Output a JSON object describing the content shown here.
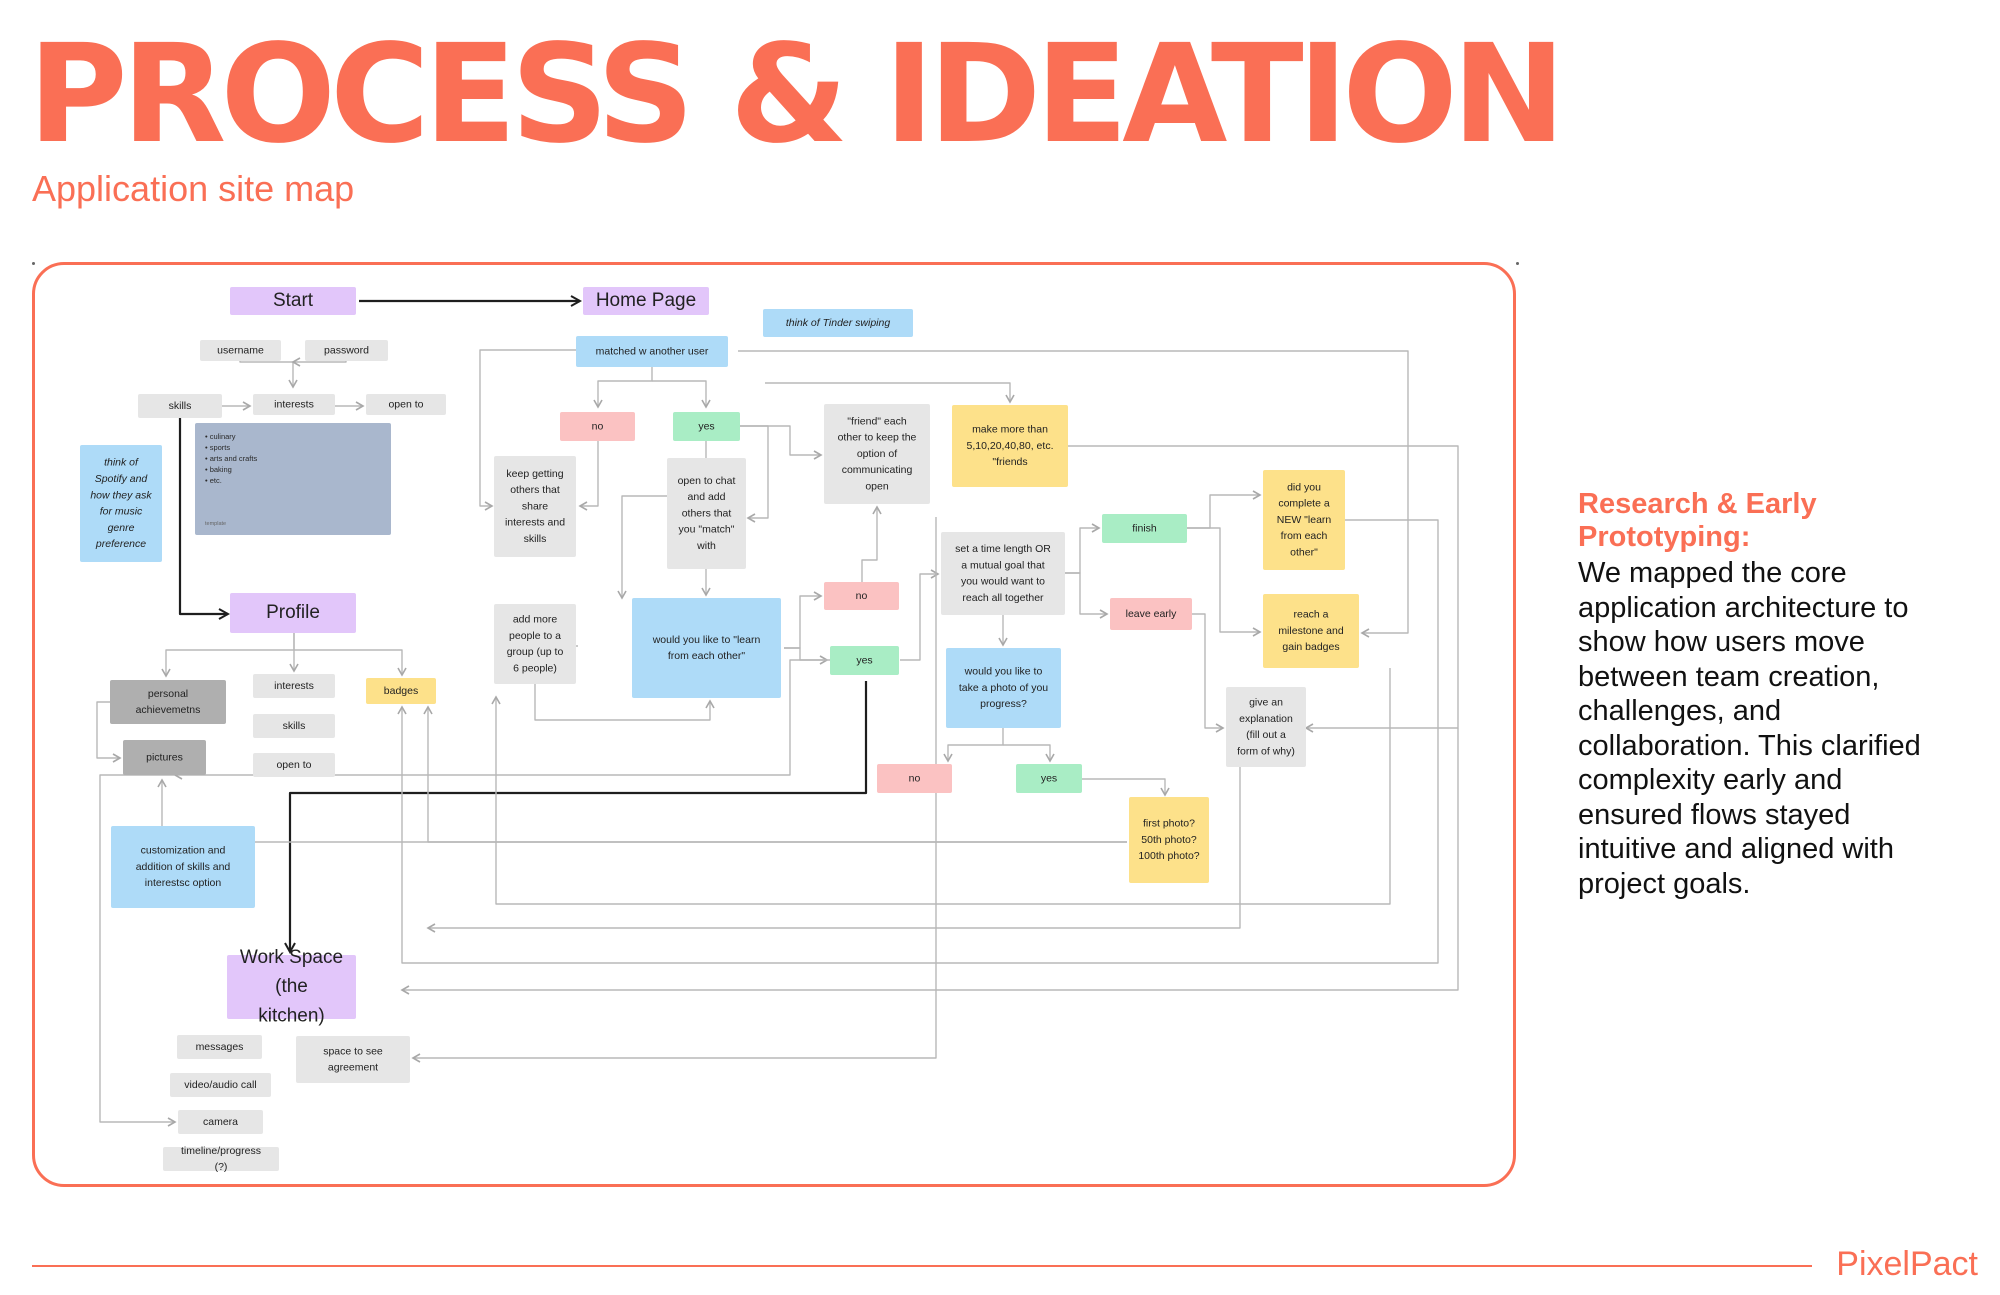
{
  "header": {
    "title": "PROCESS & IDEATION",
    "subtitle": "Application site map"
  },
  "colors": {
    "accent": "#FA6F55",
    "purple": "#E2C6FA",
    "blue": "#AEDBF8",
    "red": "#FBC2C2",
    "green": "#A9EDC5",
    "yellow": "#FDE18A",
    "light_gray": "#E6E6E6",
    "dark_gray": "#AFAFAF",
    "slate": "#A9B7CD",
    "connector": "#B8B8B8",
    "main_connector": "#1E1E1E"
  },
  "diagram": {
    "nodes": [
      {
        "id": "start",
        "text": "Start",
        "color": "purple",
        "font": 19
      },
      {
        "id": "home",
        "text": "Home Page",
        "color": "purple",
        "font": 19
      },
      {
        "id": "tinder",
        "text": "think of Tinder swiping",
        "color": "blue",
        "italic": true
      },
      {
        "id": "username",
        "text": "username",
        "color": "light_gray"
      },
      {
        "id": "password",
        "text": "password",
        "color": "light_gray"
      },
      {
        "id": "skills_top",
        "text": "skills",
        "color": "light_gray"
      },
      {
        "id": "interests_top",
        "text": "interests",
        "color": "light_gray"
      },
      {
        "id": "open_to_top",
        "text": "open to",
        "color": "light_gray"
      },
      {
        "id": "interest_card",
        "color": "slate",
        "list": [
          "culinary",
          "sports",
          "arts and crafts",
          "baking",
          "etc."
        ],
        "caption": "template"
      },
      {
        "id": "spotify",
        "text": "think of Spotify and how they ask for music genre preference",
        "color": "blue",
        "italic": true
      },
      {
        "id": "matched",
        "text": "matched w another user",
        "color": "blue"
      },
      {
        "id": "no1",
        "text": "no",
        "color": "red"
      },
      {
        "id": "yes1",
        "text": "yes",
        "color": "green"
      },
      {
        "id": "keep",
        "text": "keep getting others that share interests and skills",
        "color": "light_gray"
      },
      {
        "id": "openchat",
        "text": "open to chat and add others that you \"match\" with",
        "color": "light_gray"
      },
      {
        "id": "friend",
        "text": "\"friend\" each other to keep the option of communicating open",
        "color": "light_gray"
      },
      {
        "id": "makemore",
        "text": "make more than 5,10,20,40,80, etc. \"friends",
        "color": "yellow"
      },
      {
        "id": "profile",
        "text": "Profile",
        "color": "purple",
        "font": 19
      },
      {
        "id": "achievements",
        "text": "personal achievemetns",
        "color": "dark_gray"
      },
      {
        "id": "interests_p",
        "text": "interests",
        "color": "light_gray"
      },
      {
        "id": "badges",
        "text": "badges",
        "color": "yellow"
      },
      {
        "id": "skills_p",
        "text": "skills",
        "color": "light_gray"
      },
      {
        "id": "pictures",
        "text": "pictures",
        "color": "dark_gray"
      },
      {
        "id": "open_to_p",
        "text": "open to",
        "color": "light_gray"
      },
      {
        "id": "addmore",
        "text": "add more people to a group (up to 6 people)",
        "color": "light_gray"
      },
      {
        "id": "learn",
        "text": "would you like to \"learn from each other\"",
        "color": "blue"
      },
      {
        "id": "no2",
        "text": "no",
        "color": "red"
      },
      {
        "id": "yes2",
        "text": "yes",
        "color": "green"
      },
      {
        "id": "settime",
        "text": "set a time length OR a mutual goal that you would want to reach all together",
        "color": "light_gray"
      },
      {
        "id": "finish",
        "text": "finish",
        "color": "green"
      },
      {
        "id": "leave",
        "text": "leave early",
        "color": "red"
      },
      {
        "id": "didyou",
        "text": "did you complete a NEW \"learn from each other\"",
        "color": "yellow"
      },
      {
        "id": "milestone",
        "text": "reach a milestone and gain badges",
        "color": "yellow"
      },
      {
        "id": "photo",
        "text": "would you like to take a photo of you progress?",
        "color": "blue"
      },
      {
        "id": "explain",
        "text": "give an explanation (fill out a form of why)",
        "color": "light_gray"
      },
      {
        "id": "no3",
        "text": "no",
        "color": "red"
      },
      {
        "id": "yes3",
        "text": "yes",
        "color": "green"
      },
      {
        "id": "firstphoto",
        "text": "first photo? 50th photo? 100th photo?",
        "color": "yellow"
      },
      {
        "id": "customize",
        "text": "customization and addition of skills and interestsc option",
        "color": "blue"
      },
      {
        "id": "workspace",
        "text": "Work Space (the kitchen)",
        "color": "purple",
        "font": 19
      },
      {
        "id": "messages",
        "text": "messages",
        "color": "light_gray"
      },
      {
        "id": "agreement",
        "text": "space to see agreement",
        "color": "light_gray"
      },
      {
        "id": "video",
        "text": "video/audio call",
        "color": "light_gray"
      },
      {
        "id": "camera",
        "text": "camera",
        "color": "light_gray"
      },
      {
        "id": "timeline",
        "text": "timeline/progress (?)",
        "color": "light_gray"
      }
    ]
  },
  "sidebar": {
    "heading": "Research & Early Prototyping:",
    "body": "We mapped the core application architecture to show how users move between team creation, challenges, and collaboration. This clarified complexity early and ensured flows stayed intuitive and aligned with project goals."
  },
  "footer": {
    "brand": "PixelPact"
  }
}
